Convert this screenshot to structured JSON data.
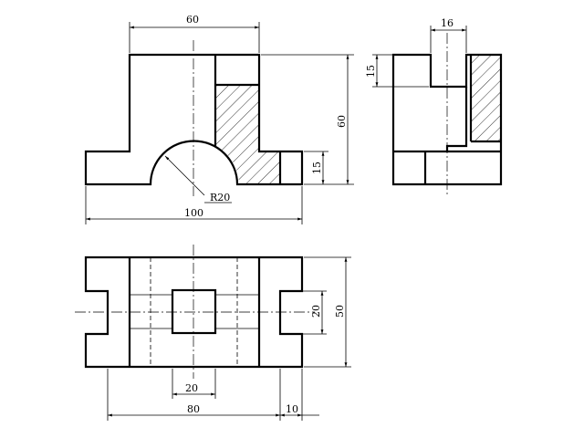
{
  "drawing": {
    "front_view": {
      "dim_width_top": "60",
      "dim_height_total": "60",
      "dim_height_base": "15",
      "dim_radius": "R20",
      "dim_width_total": "100"
    },
    "side_view": {
      "dim_width_top": "16",
      "dim_height_top": "15"
    },
    "top_view": {
      "dim_width_center": "20",
      "dim_depth": "50",
      "dim_slot": "20",
      "dim_width_inner": "80",
      "dim_edge": "10"
    }
  }
}
